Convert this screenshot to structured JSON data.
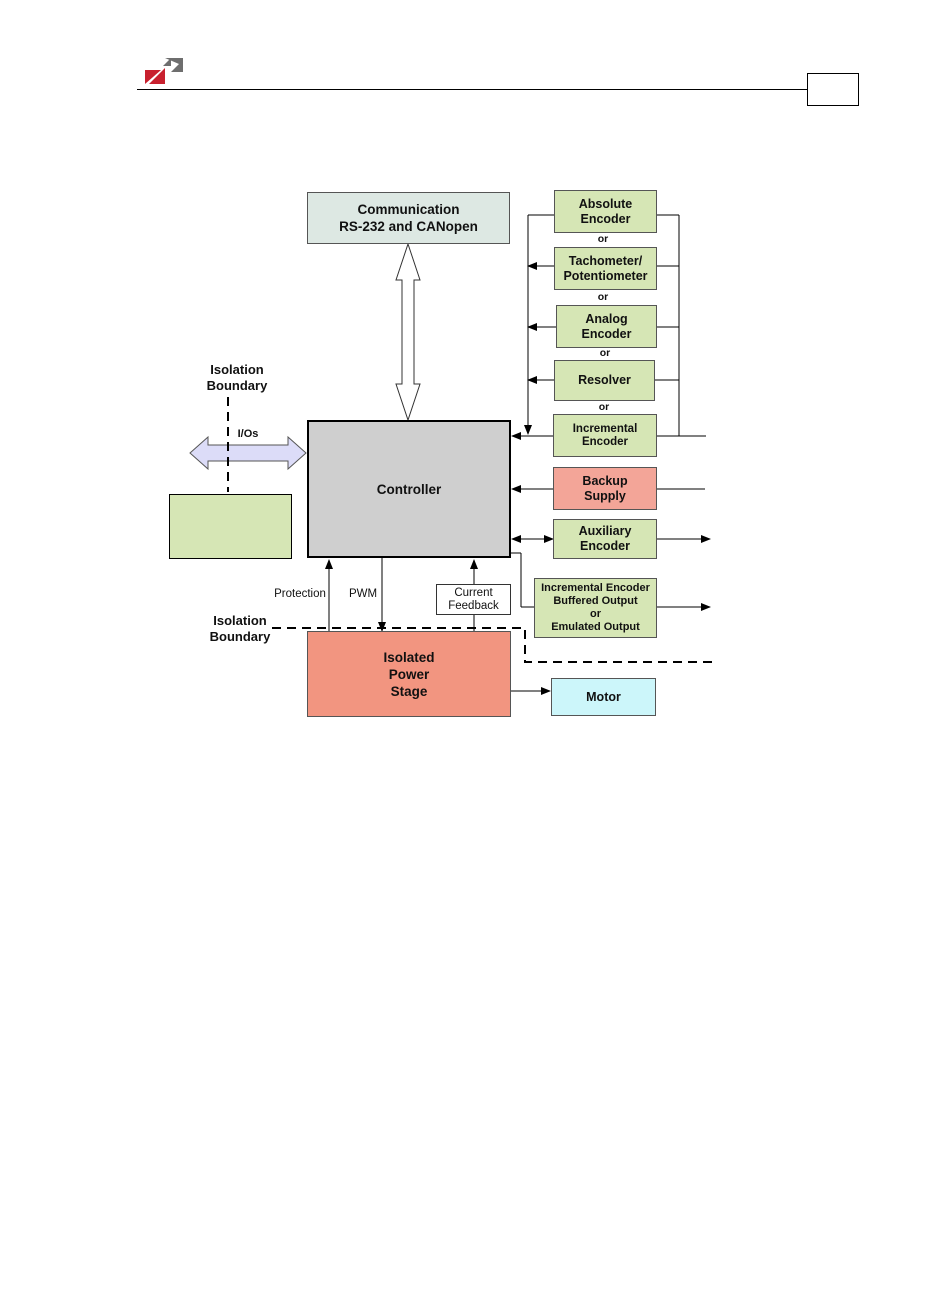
{
  "header": {
    "logo_icon": "company-logo-icon",
    "page_number": ""
  },
  "diagram": {
    "communication": {
      "line1": "Communication",
      "line2": "RS-232  and CANopen"
    },
    "feedback": {
      "absolute_encoder": {
        "line1": "Absolute",
        "line2": "Encoder"
      },
      "tachometer": {
        "line1": "Tachometer/",
        "line2": "Potentiometer"
      },
      "analog_encoder": {
        "line1": "Analog",
        "line2": "Encoder"
      },
      "resolver": "Resolver",
      "incremental_encoder": {
        "line1": "Incremental",
        "line2": "Encoder"
      },
      "or_label": "or"
    },
    "backup_supply": {
      "line1": "Backup",
      "line2": "Supply"
    },
    "auxiliary_encoder": {
      "line1": "Auxiliary",
      "line2": "Encoder"
    },
    "buffered_output": {
      "line1": "Incremental Encoder",
      "line2": "Buffered Output",
      "line3": "or",
      "line4": "Emulated Output"
    },
    "controller": "Controller",
    "ios": "I/Os",
    "isolation_top": {
      "line1": "Isolation",
      "line2": "Boundary"
    },
    "isolation_bottom": {
      "line1": "Isolation",
      "line2": "Boundary"
    },
    "protection": "Protection",
    "pwm": "PWM",
    "current_feedback": {
      "line1": "Current",
      "line2": "Feedback"
    },
    "power_stage": {
      "line1": "Isolated",
      "line2": "Power",
      "line3": "Stage"
    },
    "motor": "Motor",
    "colors": {
      "communication": "#dde8e3",
      "feedback_green": "#d6e6b5",
      "backup_supply": "#f3a598",
      "controller": "#cfcfcf",
      "power_stage": "#f29580",
      "motor": "#ccf6fa",
      "io_arrow": "#dcdcf8"
    }
  }
}
